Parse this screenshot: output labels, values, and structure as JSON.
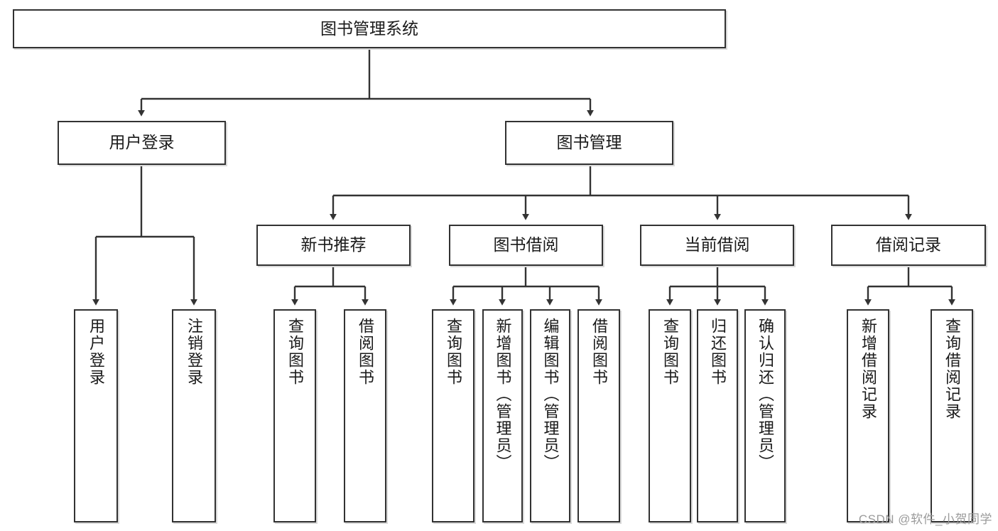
{
  "diagram": {
    "title": "图书管理系统",
    "type": "tree-hierarchy",
    "root": {
      "label": "图书管理系统"
    },
    "level2": [
      {
        "label": "用户登录"
      },
      {
        "label": "图书管理"
      }
    ],
    "level3": [
      {
        "label": "新书推荐"
      },
      {
        "label": "图书借阅"
      },
      {
        "label": "当前借阅"
      },
      {
        "label": "借阅记录"
      }
    ],
    "leaves": {
      "user_login": [
        {
          "label": "用户登录"
        },
        {
          "label": "注销登录"
        }
      ],
      "new_book_recommend": [
        {
          "label": "查询图书"
        },
        {
          "label": "借阅图书"
        }
      ],
      "book_borrow": [
        {
          "label": "查询图书"
        },
        {
          "label": "新增图书（管理员）"
        },
        {
          "label": "编辑图书（管理员）"
        },
        {
          "label": "借阅图书"
        }
      ],
      "current_borrow": [
        {
          "label": "查询图书"
        },
        {
          "label": "归还图书"
        },
        {
          "label": "确认归还（管理员）"
        }
      ],
      "borrow_record": [
        {
          "label": "新增借阅记录"
        },
        {
          "label": "查询借阅记录"
        }
      ]
    }
  },
  "watermark": {
    "text": "CSDN @软件_小贺同学"
  },
  "colors": {
    "box_border": "#323232",
    "box_fill": "#ffffff",
    "line": "#333333",
    "text": "#1a1a1a",
    "shadow": "#d9d9d9",
    "watermark": "#9a9a9a"
  }
}
